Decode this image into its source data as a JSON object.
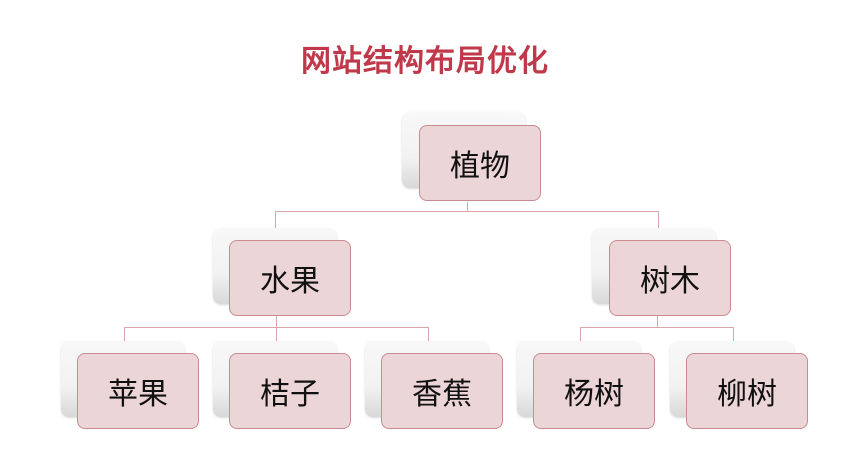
{
  "title": "网站结构布局优化",
  "root": {
    "label": "植物"
  },
  "level1": [
    {
      "label": "水果"
    },
    {
      "label": "树木"
    }
  ],
  "level2": [
    {
      "label": "苹果"
    },
    {
      "label": "桔子"
    },
    {
      "label": "香蕉"
    },
    {
      "label": "杨树"
    },
    {
      "label": "柳树"
    }
  ],
  "colors": {
    "title": "#c0394a",
    "node_fill": "#ecd5d6",
    "node_border": "#c98b90",
    "connector": "#d9a5a9"
  }
}
